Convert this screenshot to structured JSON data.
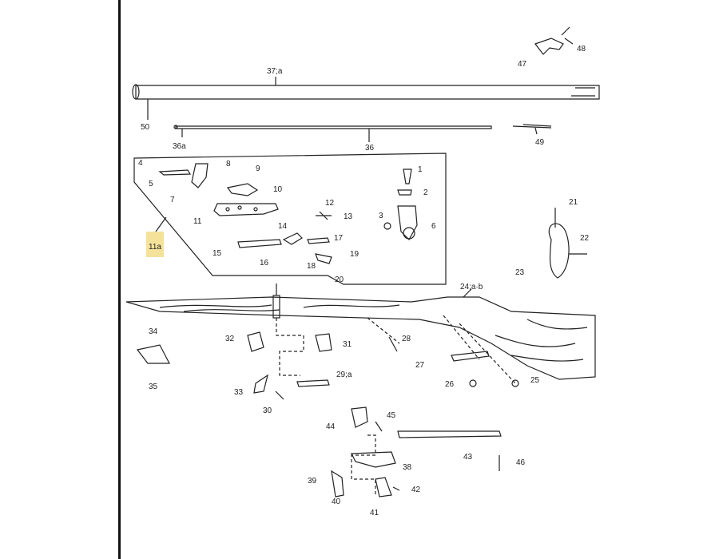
{
  "parts": {
    "p1": "1",
    "p2": "2",
    "p3": "3",
    "p4": "4",
    "p5": "5",
    "p6": "6",
    "p7": "7",
    "p8": "8",
    "p9": "9",
    "p10": "10",
    "p11": "11",
    "p11a": "11a",
    "p12": "12",
    "p13": "13",
    "p14": "14",
    "p15": "15",
    "p16": "16",
    "p17": "17",
    "p18": "18",
    "p19": "19",
    "p20": "20",
    "p21": "21",
    "p22": "22",
    "p23": "23",
    "p24": "24;a·b",
    "p25": "25",
    "p26": "26",
    "p27": "27",
    "p28": "28",
    "p29": "29;a",
    "p30": "30",
    "p31": "31",
    "p32": "32",
    "p33": "33",
    "p34": "34",
    "p35": "35",
    "p36": "36",
    "p36a": "36a",
    "p37": "37;a",
    "p38": "38",
    "p39": "39",
    "p40": "40",
    "p41": "41",
    "p42": "42",
    "p43": "43",
    "p44": "44",
    "p45": "45",
    "p46": "46",
    "p47": "47",
    "p48": "48",
    "p49": "49",
    "p50": "50"
  },
  "colors": {
    "line": "#222222",
    "highlight": "#f5e29a"
  }
}
